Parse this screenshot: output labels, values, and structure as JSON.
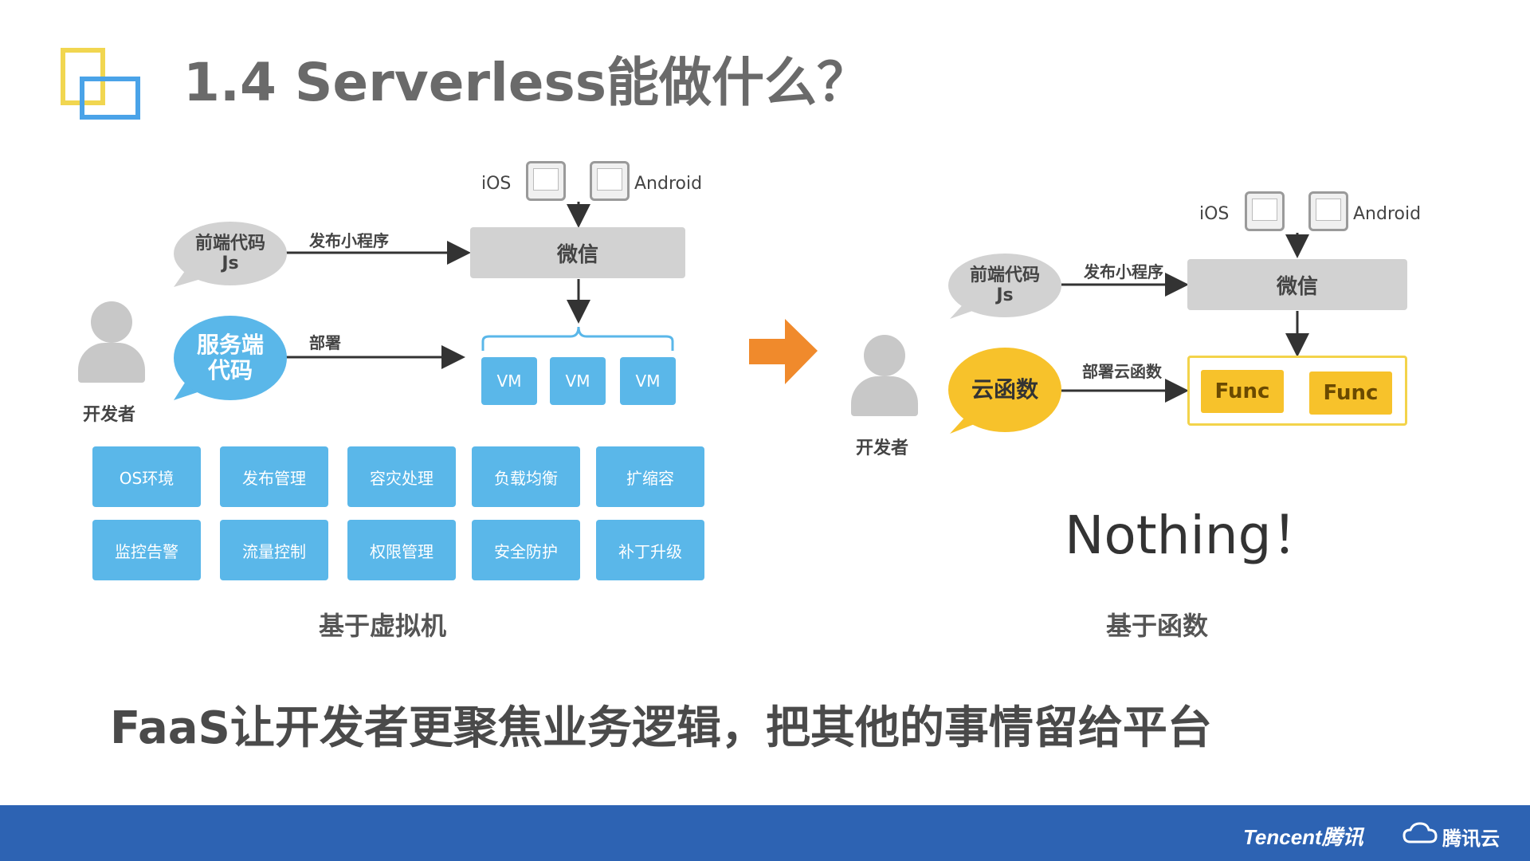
{
  "header": {
    "title": "1.4 Serverless能做什么？"
  },
  "left": {
    "ios": "iOS",
    "android": "Android",
    "wechat": "微信",
    "frontend_bubble": [
      "前端代码",
      "Js"
    ],
    "publish_label": "发布小程序",
    "server_bubble": [
      "服务端",
      "代码"
    ],
    "deploy_label": "部署",
    "vms": [
      "VM",
      "VM",
      "VM"
    ],
    "developer": "开发者",
    "grid": [
      "OS环境",
      "发布管理",
      "容灾处理",
      "负载均衡",
      "扩缩容",
      "监控告警",
      "流量控制",
      "权限管理",
      "安全防护",
      "补丁升级"
    ],
    "caption": "基于虚拟机"
  },
  "right": {
    "ios": "iOS",
    "android": "Android",
    "wechat": "微信",
    "frontend_bubble": [
      "前端代码",
      "Js"
    ],
    "publish_label": "发布小程序",
    "cloud_bubble": "云函数",
    "deploy_label": "部署云函数",
    "funcs": [
      "Func",
      "Func"
    ],
    "developer": "开发者",
    "nothing": "Nothing！",
    "caption": "基于函数"
  },
  "tagline": "FaaS让开发者更聚焦业务逻辑，把其他的事情留给平台",
  "footer": {
    "brand": "Tencent腾讯",
    "cloud": "腾讯云"
  },
  "colors": {
    "blue": "#5ab7e9",
    "yellow": "#f7c22b",
    "gray": "#d2d2d2",
    "arrow": "#f08a2c",
    "footer": "#2d63b3"
  }
}
